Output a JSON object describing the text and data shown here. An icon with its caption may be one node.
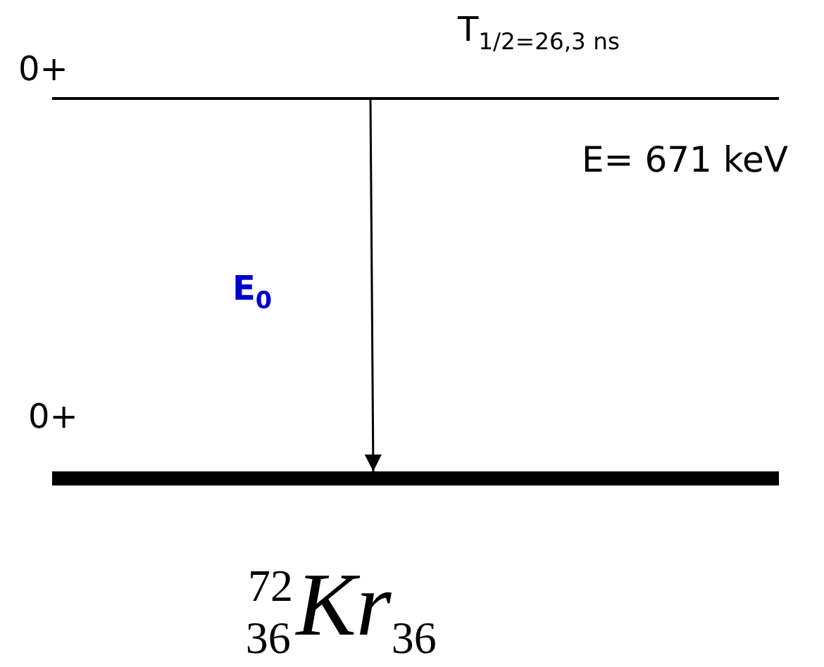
{
  "diagram": {
    "nodes": [
      {
        "text": [],
        "shape": "bar"
      },
      {
        "text": [],
        "shape": "bar"
      }
    ],
    "edges": [
      {
        "from": 0,
        "to": 1,
        "arrow": "to",
        "label": "E$_{0}$"
      }
    ],
    "labels": [
      "0+",
      "T$_{1/2=26,3 ns}$",
      "E= 671 keV",
      "0+",
      "$^{72}$$_{36}$*Kr*$_{36}$"
    ]
  }
}
